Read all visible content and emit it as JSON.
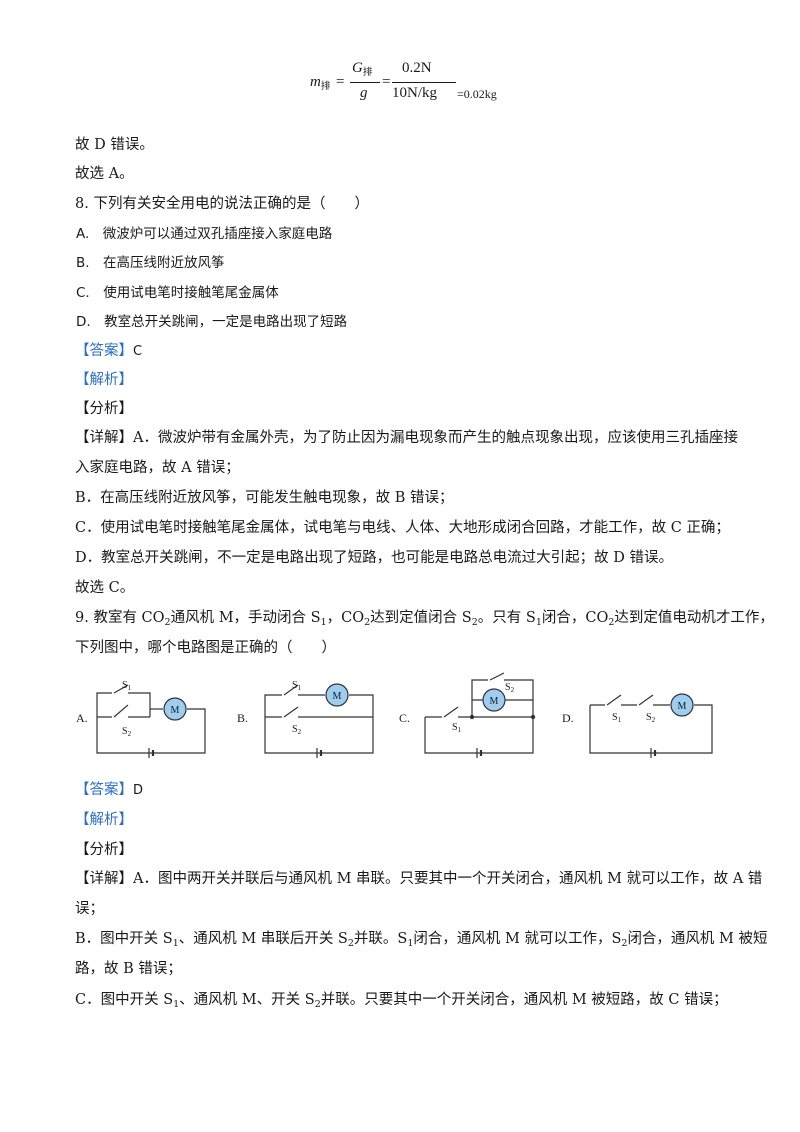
{
  "formula": {
    "lhs_var": "m",
    "lhs_sub": "排",
    "num1_var": "G",
    "num1_sub": "排",
    "den1_var": "g",
    "num2": "0.2N",
    "den2": "10N/kg",
    "result": "=0.02kg",
    "eq": "="
  },
  "text": {
    "l1": "故 D 错误。",
    "l2": "故选 A。",
    "q8": "8. 下列有关安全用电的说法正确的是（　　）",
    "q8a": "A.　微波炉可以通过双孔插座接入家庭电路",
    "q8b": "B.　在高压线附近放风筝",
    "q8c": "C.　使用试电笔时接触笔尾金属体",
    "q8d": "D.　教室总开关跳闸，一定是电路出现了短路",
    "ans_tag": "【答案】",
    "ans8": "C",
    "jiexi_tag": "【解析】",
    "fenxi": "【分析】",
    "xiangjie8": "【详解】A．微波炉带有金属外壳，为了防止因为漏电现象而产生的触点现象出现，应该使用三孔插座接",
    "xiangjie8b": "入家庭电路，故 A 错误；",
    "e8b": "B．在高压线附近放风筝，可能发生触电现象，故 B 错误；",
    "e8c": "C．使用试电笔时接触笔尾金属体，试电笔与电线、人体、大地形成闭合回路，才能工作，故 C 正确；",
    "e8d": "D．教室总开关跳闸，不一定是电路出现了短路，也可能是电路总电流过大引起；故 D 错误。",
    "sel8": "故选 C。",
    "q9_p1": "9. 教室有 CO",
    "q9_p2": "通风机 M，手动闭合 S",
    "q9_p3": "，CO",
    "q9_p4": "达到定值闭合 S",
    "q9_p5": "。只有 S",
    "q9_p6": "闭合，CO",
    "q9_p7": "达到定值电动机才工作，",
    "q9_line2": "下列图中，哪个电路图是正确的（　　）",
    "ans9": "D",
    "e9a1": "【详解】A．图中两开关并联后与通风机 M 串联。只要其中一个开关闭合，通风机 M 就可以工作，故 A 错",
    "e9a2": "误；",
    "e9b_p1": "B．图中开关 S",
    "e9b_p2": "、通风机 M 串联后开关 S",
    "e9b_p3": "并联。S",
    "e9b_p4": "闭合，通风机 M 就可以工作，S",
    "e9b_p5": "闭合，通风机 M 被短",
    "e9b2": "路，故 B 错误；",
    "e9c_p1": "C．图中开关 S",
    "e9c_p2": "、通风机 M、开关 S",
    "e9c_p3": "并联。只要其中一个开关闭合，通风机 M 被短路，故 C 错误；",
    "sub1": "1",
    "sub2": "2"
  },
  "circuits": {
    "labels": [
      "A.",
      "B.",
      "C.",
      "D."
    ],
    "motor": "M",
    "s1": "S",
    "s2": "S",
    "s1sub": "1",
    "s2sub": "2"
  }
}
